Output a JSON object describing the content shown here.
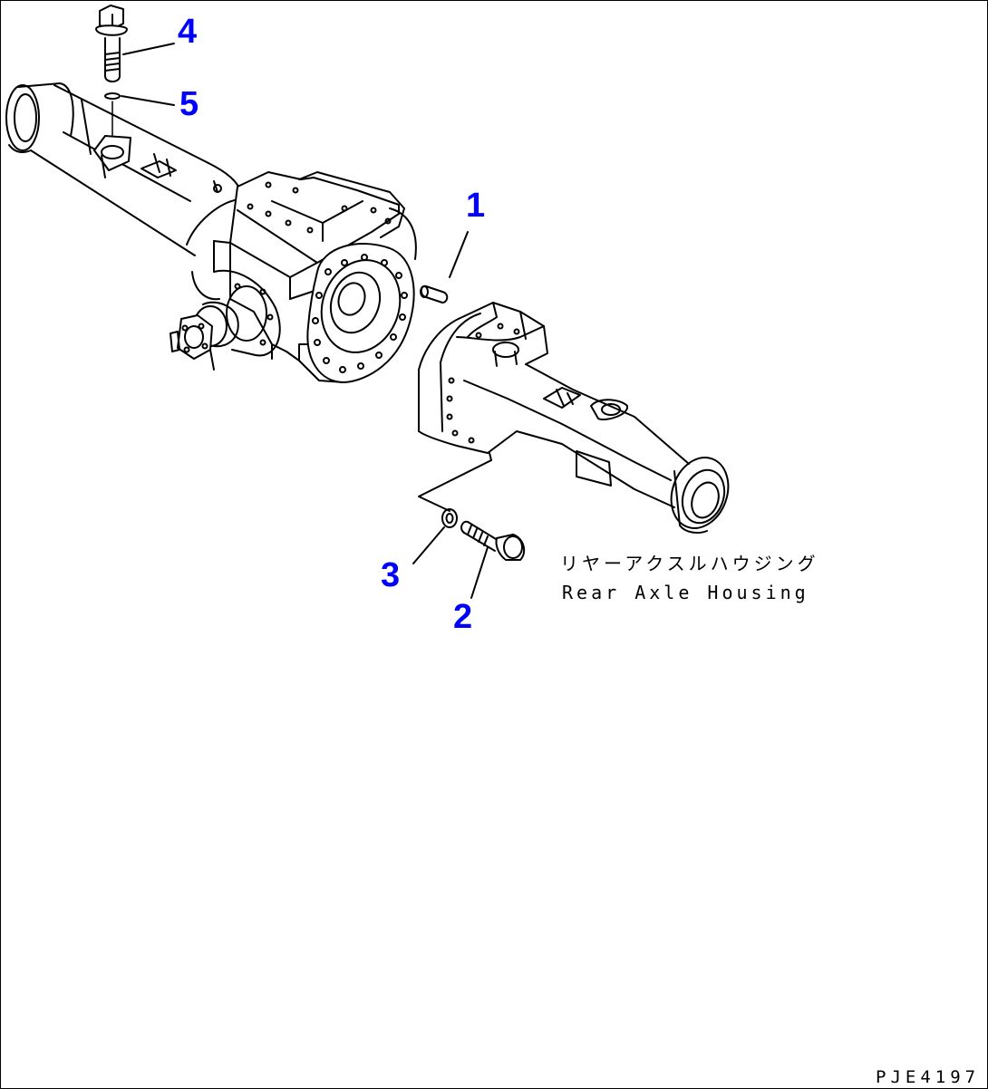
{
  "callouts": {
    "c1": "1",
    "c2": "2",
    "c3": "3",
    "c4": "4",
    "c5": "5"
  },
  "caption": {
    "japanese": "リヤーアクスルハウジング",
    "english": "Rear Axle Housing"
  },
  "drawing_code": "PJE4197",
  "colors": {
    "callout": "#0000ff",
    "line": "#000000",
    "background": "#ffffff"
  }
}
